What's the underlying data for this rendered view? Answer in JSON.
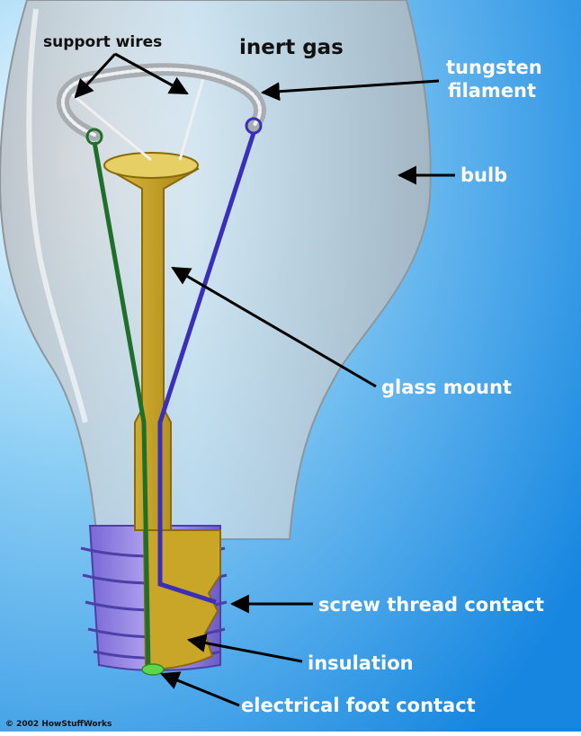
{
  "labels": {
    "support_wires": "support wires",
    "inert_gas": "inert gas",
    "tungsten_line1": "tungsten",
    "tungsten_line2": "filament",
    "bulb": "bulb",
    "glass_mount": "glass mount",
    "screw_thread_contact": "screw thread contact",
    "insulation": "insulation",
    "electrical_foot_contact": "electrical foot contact"
  },
  "copyright": "© 2002 HowStuffWorks",
  "colors": {
    "bg_light": "#f4fbff",
    "bg_mid": "#6ec3f2",
    "bg_dark": "#1686e0",
    "glass": "#c9ced2",
    "glass_edge": "#8e969c",
    "mount": "#c8a21a",
    "screw": "#8c7ae0",
    "wire_green": "#1f6f2a",
    "wire_blue": "#3a2fb8",
    "foot": "#5cd64a",
    "label_dark": "#111111",
    "label_light": "#ffffff"
  }
}
